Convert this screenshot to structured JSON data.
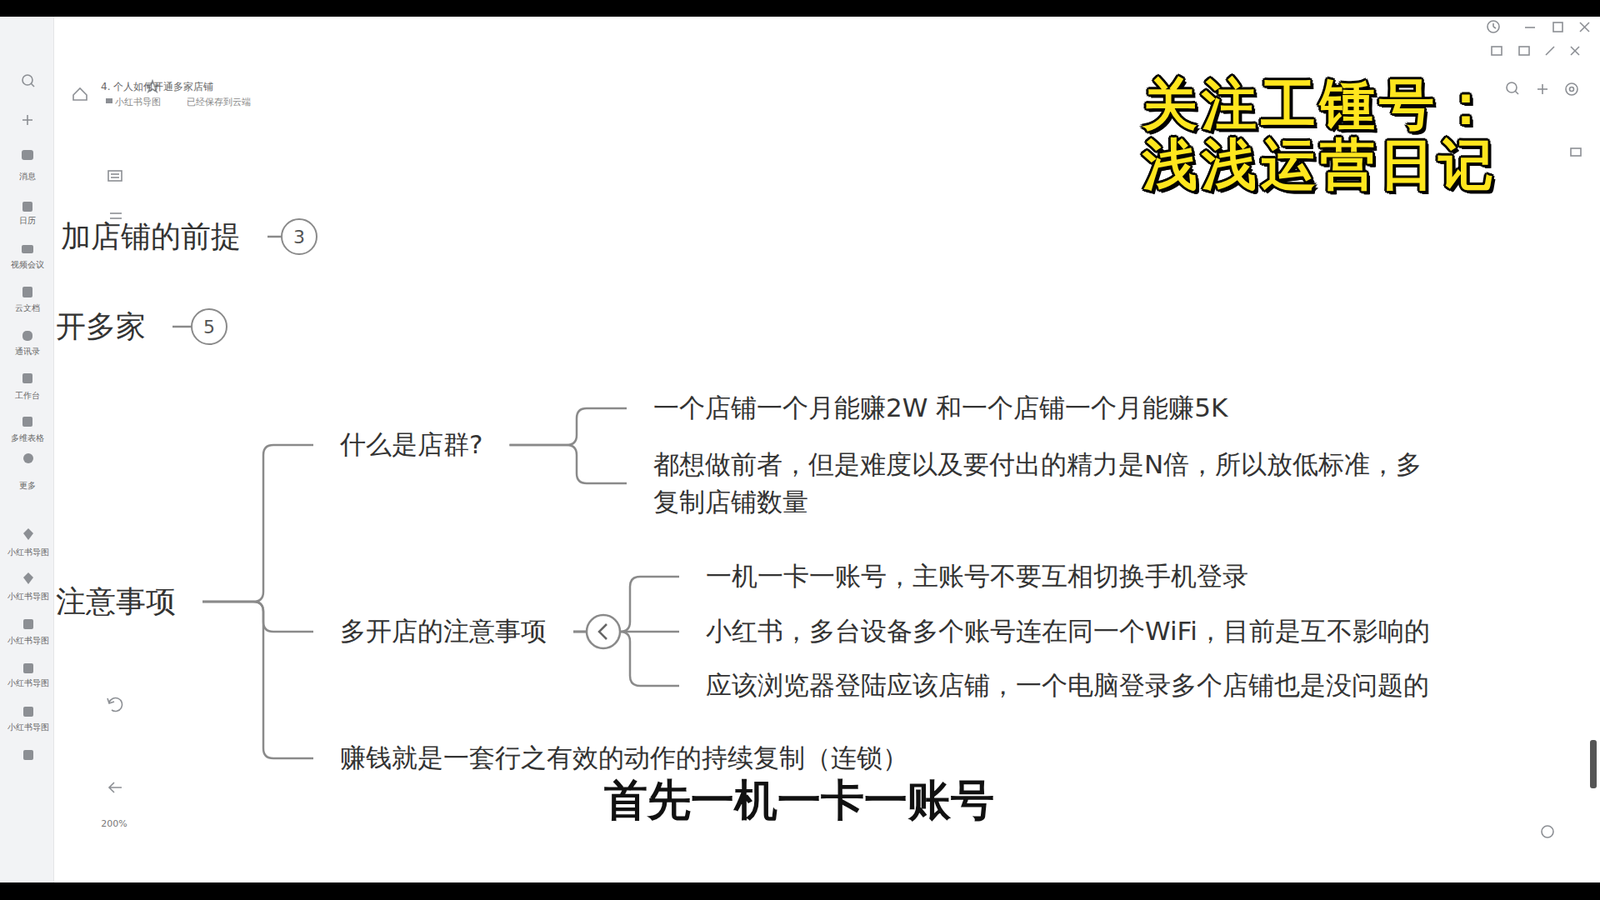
{
  "diagram": {
    "title": "4. 个人如何开通多家店铺",
    "nodes": [
      {
        "text": [
          "加店铺的前提"
        ]
      },
      {
        "text": [
          "3"
        ]
      },
      {
        "text": [
          "开多家"
        ]
      },
      {
        "text": [
          "5"
        ]
      },
      {
        "text": [
          "注意事项"
        ]
      },
      {
        "text": [
          "什么是店群?"
        ]
      },
      {
        "text": [
          "一个店铺一个月能赚2W 和一个店铺一个月能赚5K"
        ]
      },
      {
        "text": [
          "都想做前者，但是难度以及要付出的精力是N倍，所以放低标准，多复制店铺数量"
        ]
      },
      {
        "text": [
          "多开店的注意事项"
        ]
      },
      {
        "text": [
          "一机一卡一账号，主账号不要互相切换手机登录"
        ]
      },
      {
        "text": [
          "小红书，多台设备多个账号连在同一个WiFi，目前是互不影响的"
        ]
      },
      {
        "text": [
          "应该浏览器登陆应该店铺，一个电脑登录多个店铺也是没问题的"
        ]
      },
      {
        "text": [
          "赚钱就是一套行之有效的动作的持续复制（连锁）"
        ]
      }
    ],
    "edges": [
      {
        "from": 0,
        "to": 1,
        "arrow": "none"
      },
      {
        "from": 2,
        "to": 3,
        "arrow": "none"
      },
      {
        "from": 4,
        "to": 5,
        "arrow": "none"
      },
      {
        "from": 4,
        "to": 8,
        "arrow": "none"
      },
      {
        "from": 4,
        "to": 12,
        "arrow": "none"
      },
      {
        "from": 5,
        "to": 6,
        "arrow": "none"
      },
      {
        "from": 5,
        "to": 7,
        "arrow": "none"
      },
      {
        "from": 8,
        "to": 9,
        "arrow": "none"
      },
      {
        "from": 8,
        "to": 10,
        "arrow": "none"
      },
      {
        "from": 8,
        "to": 11,
        "arrow": "none"
      }
    ],
    "labels": [
      "小红书导图",
      "已经保存到云端",
      "关注工锺号：",
      "浅浅运营日记",
      "首先一机一卡一账号",
      "消息",
      "日历",
      "视频会议",
      "云文档",
      "通讯录",
      "工作台",
      "多维表格",
      "更多",
      "小红书导图",
      "小红书导图",
      "小红书导图",
      "小红书导图",
      "小红书导图",
      "200%"
    ]
  }
}
